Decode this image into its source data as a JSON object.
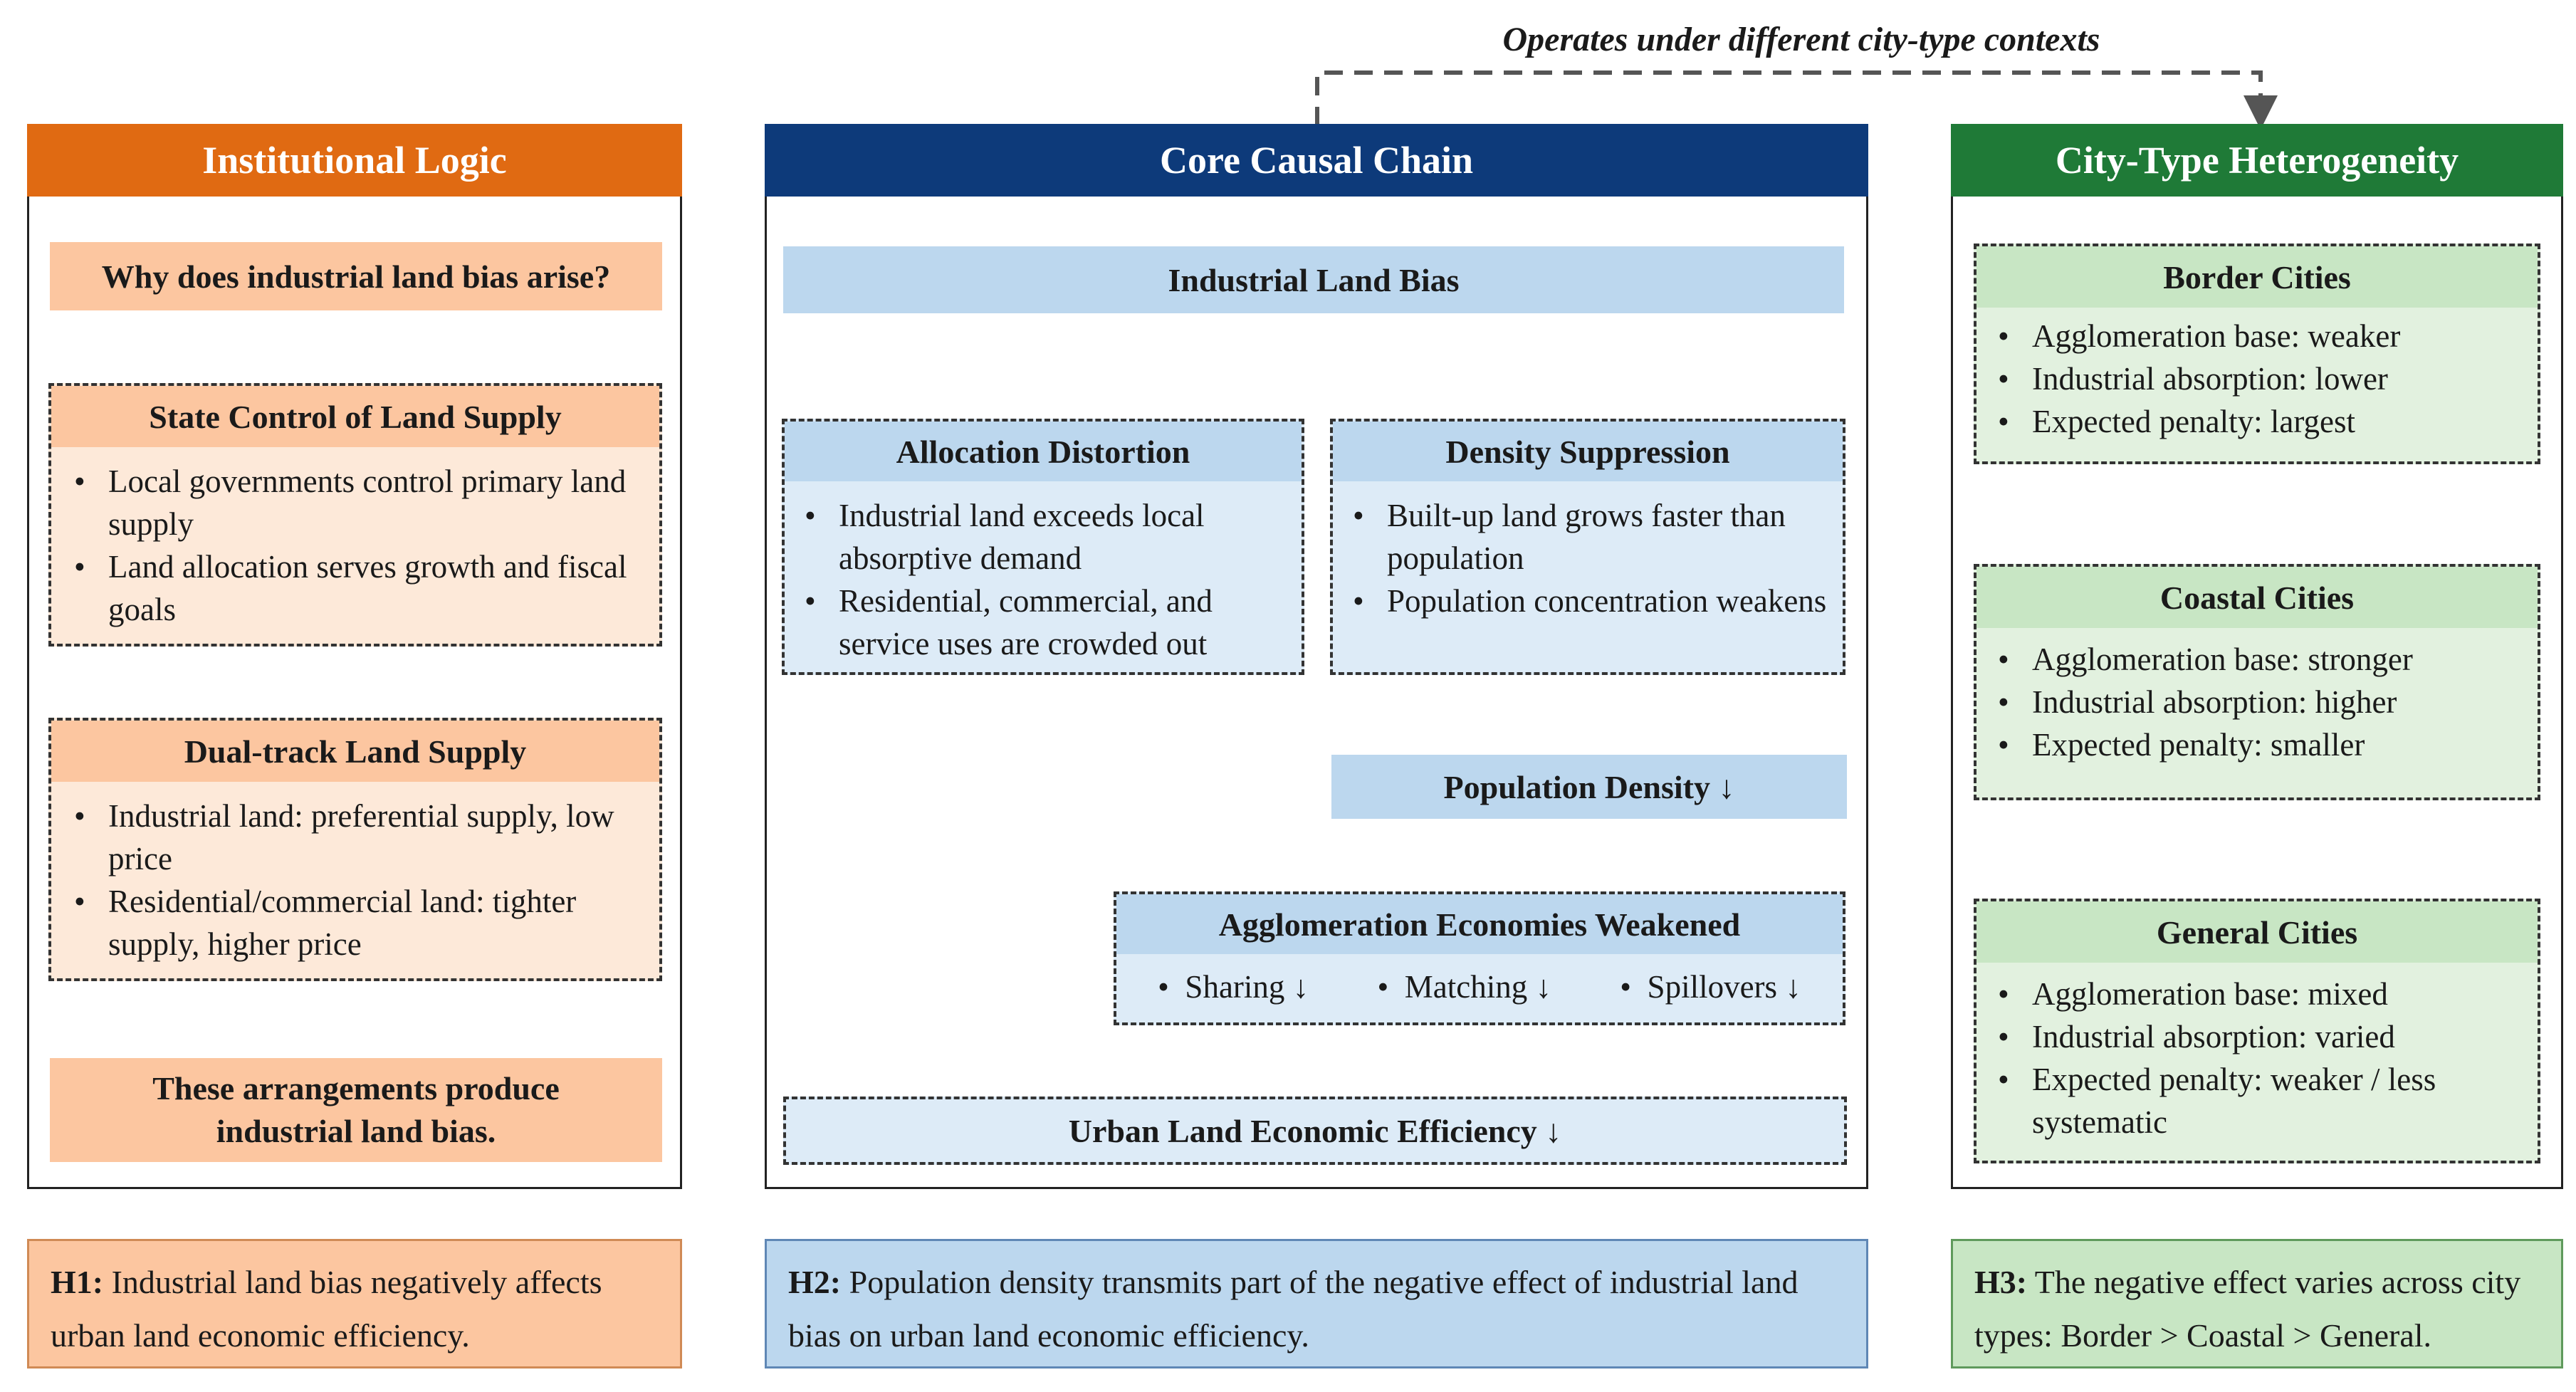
{
  "top_note": "Operates under different city-type contexts",
  "colors": {
    "institutional_header": "#e06a12",
    "institutional_fill": "#fcc6a0",
    "institutional_light": "#fde9d9",
    "core_header": "#0d3a7a",
    "core_fill": "#bcd7ee",
    "core_light": "#ddebf7",
    "city_header": "#1f7a37",
    "city_fill": "#c8e6c4",
    "city_light": "#e2f1df",
    "arrow": "#1d4e8e"
  },
  "institutional": {
    "header": "Institutional Logic",
    "question": "Why does industrial land bias arise?",
    "state_control": {
      "title": "State Control of Land Supply",
      "bullets": [
        "Local governments control primary land supply",
        "Land allocation serves growth and fiscal goals"
      ]
    },
    "dual_track": {
      "title": "Dual-track Land Supply",
      "bullets": [
        "Industrial land: preferential supply, low price",
        "Residential/commercial land: tighter supply, higher price"
      ]
    },
    "conclusion": "These arrangements produce industrial land bias."
  },
  "core": {
    "header": "Core Causal Chain",
    "industrial_land_bias": "Industrial Land Bias",
    "allocation": {
      "title": "Allocation Distortion",
      "bullets": [
        "Industrial land exceeds local absorptive demand",
        "Residential, commercial, and service uses are crowded out"
      ]
    },
    "density": {
      "title": "Density Suppression",
      "bullets": [
        "Built-up land grows faster than population",
        "Population concentration weakens"
      ]
    },
    "population_density": "Population Density ↓",
    "agglomeration": {
      "title": "Agglomeration Economies Weakened",
      "items": [
        "Sharing ↓",
        "Matching ↓",
        "Spillovers ↓"
      ]
    },
    "efficiency": "Urban Land Economic Efficiency ↓"
  },
  "city": {
    "header": "City-Type Heterogeneity",
    "border": {
      "title": "Border Cities",
      "bullets": [
        "Agglomeration base: weaker",
        "Industrial absorption: lower",
        "Expected penalty: largest"
      ]
    },
    "coastal": {
      "title": "Coastal Cities",
      "bullets": [
        "Agglomeration base: stronger",
        "Industrial absorption: higher",
        "Expected penalty: smaller"
      ]
    },
    "general": {
      "title": "General Cities",
      "bullets": [
        "Agglomeration base: mixed",
        "Industrial absorption: varied",
        "Expected penalty: weaker / less systematic"
      ]
    }
  },
  "hypotheses": {
    "h1_label": "H1:",
    "h1_text": " Industrial land bias negatively affects urban land economic efficiency.",
    "h2_label": "H2:",
    "h2_text": " Population density transmits part of the negative effect of industrial land bias on urban land economic efficiency.",
    "h3_label": "H3:",
    "h3_text": " The negative effect varies across city types: Border > Coastal > General."
  },
  "bullet_glyph": "•"
}
